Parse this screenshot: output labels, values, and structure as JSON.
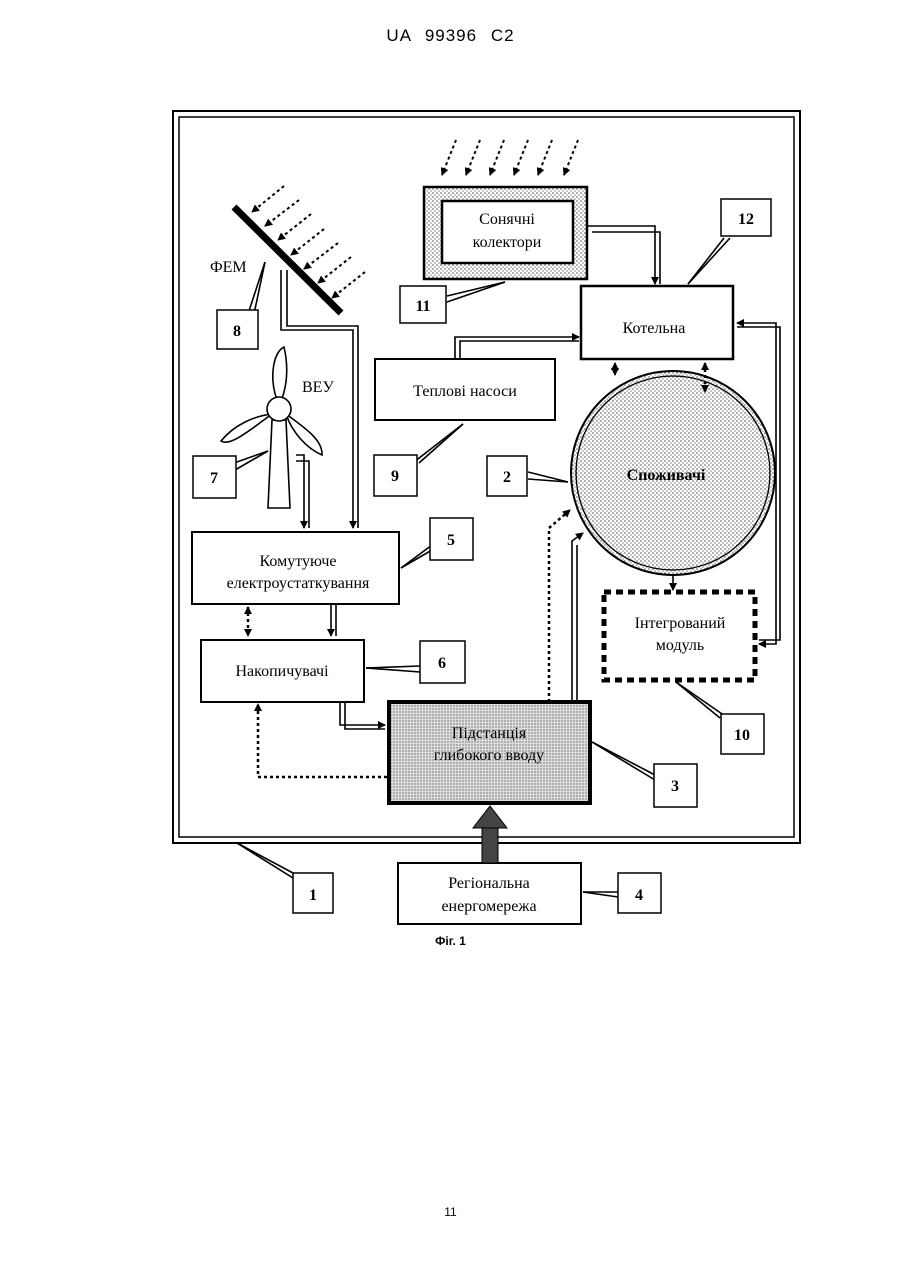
{
  "header": {
    "patent_number": "UA   99396   C2"
  },
  "diagram": {
    "solar_collectors": [
      "Сонячні",
      "колектори"
    ],
    "boiler": "Котельна",
    "heat_pumps": "Теплові насоси",
    "consumers": "Споживачі",
    "switching_equipment": [
      "Комутуюче",
      "електроустаткування"
    ],
    "accumulators": "Накопичувачі",
    "substation": [
      "Підстанція",
      "глибокого вводу"
    ],
    "integrated_module": [
      "Інтегрований",
      "модуль"
    ],
    "regional_grid": [
      "Регіональна",
      "енергомережа"
    ],
    "pv_label": "ФЕМ",
    "wind_label": "ВЕУ",
    "callouts": {
      "c1": "1",
      "c2": "2",
      "c3": "3",
      "c4": "4",
      "c5": "5",
      "c6": "6",
      "c7": "7",
      "c8": "8",
      "c9": "9",
      "c10": "10",
      "c11": "11",
      "c12": "12"
    }
  },
  "caption": "Фіг. 1",
  "page_number": "11"
}
